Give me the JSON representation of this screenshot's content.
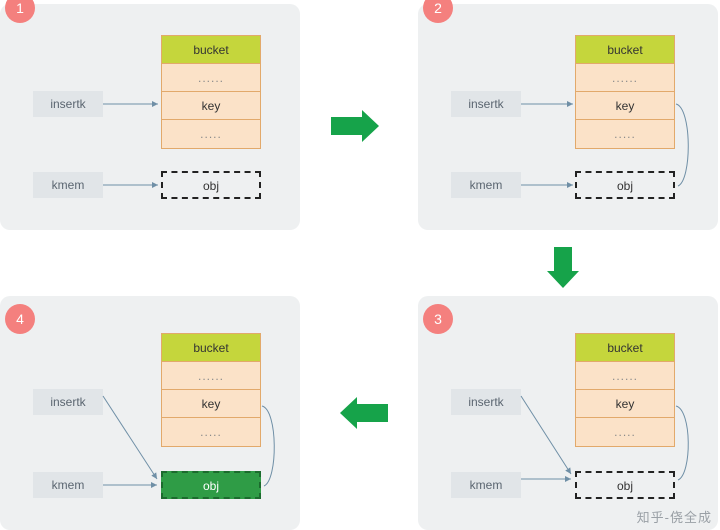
{
  "diagram": {
    "watermark": "知乎-侥全成",
    "colors": {
      "panel_bg": "#eef0f1",
      "badge": "#f4807e",
      "bucket_head": "#c5d63c",
      "bucket_cell": "#fbe2c8",
      "bucket_border": "#e2a96b",
      "tag_bg": "#e1e5e8",
      "arrow_green": "#16a34a",
      "obj_filled": "#2f9c46",
      "connector": "#6f8fa6"
    },
    "panels": [
      {
        "id": "1",
        "step": "1",
        "bucket": {
          "header": "bucket",
          "rows": [
            "......",
            "key",
            "....."
          ]
        },
        "tags": [
          {
            "label": "insertk"
          },
          {
            "label": "kmem"
          }
        ],
        "obj": {
          "label": "obj",
          "filled": false
        }
      },
      {
        "id": "2",
        "step": "2",
        "bucket": {
          "header": "bucket",
          "rows": [
            "......",
            "key",
            "....."
          ]
        },
        "tags": [
          {
            "label": "insertk"
          },
          {
            "label": "kmem"
          }
        ],
        "obj": {
          "label": "obj",
          "filled": false
        }
      },
      {
        "id": "3",
        "step": "3",
        "bucket": {
          "header": "bucket",
          "rows": [
            "......",
            "key",
            "....."
          ]
        },
        "tags": [
          {
            "label": "insertk"
          },
          {
            "label": "kmem"
          }
        ],
        "obj": {
          "label": "obj",
          "filled": false
        }
      },
      {
        "id": "4",
        "step": "4",
        "bucket": {
          "header": "bucket",
          "rows": [
            "......",
            "key",
            "....."
          ]
        },
        "tags": [
          {
            "label": "insertk"
          },
          {
            "label": "kmem"
          }
        ],
        "obj": {
          "label": "obj",
          "filled": true
        }
      }
    ],
    "flow_arrows": [
      {
        "name": "arrow-1-to-2",
        "direction": "right"
      },
      {
        "name": "arrow-2-to-3",
        "direction": "down"
      },
      {
        "name": "arrow-3-to-4",
        "direction": "left"
      }
    ]
  }
}
